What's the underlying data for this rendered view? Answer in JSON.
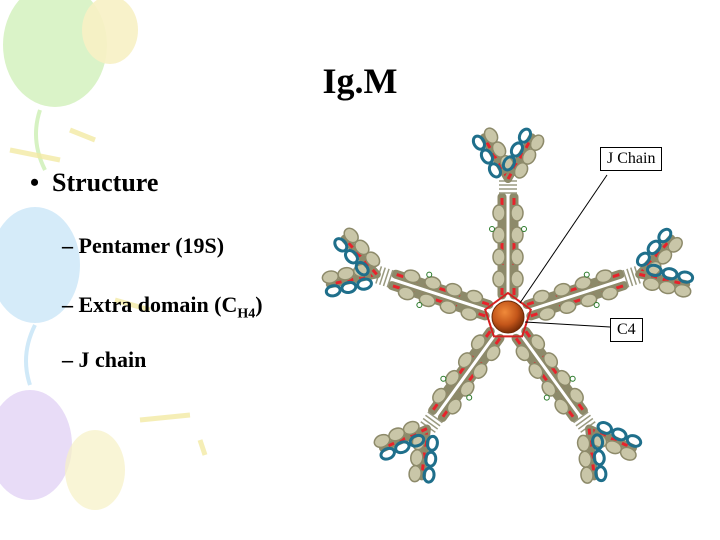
{
  "slide": {
    "title": "Ig.M",
    "bullet": "Structure",
    "subs": [
      {
        "dash": "–",
        "text": "Pentamer (19S)"
      },
      {
        "dash": "–",
        "text_before": "Extra domain (C",
        "subscript": "H4",
        "text_after": ")"
      },
      {
        "dash": "–",
        "text": "J chain"
      }
    ]
  },
  "diagram": {
    "callouts": {
      "j_chain": "J Chain",
      "c4": "C4"
    },
    "colors": {
      "domain_fill": "#c9c6a8",
      "domain_shadow": "#8d8a6a",
      "heavy_chain_dash": "#e8232b",
      "light_chain": "#1f6f8b",
      "core": "#b5480e",
      "pentagon": "#d42020",
      "balloon_green": "#c8ecb0",
      "balloon_blue": "#c6e3f6",
      "balloon_purple": "#dcc9f0",
      "balloon_yellow": "#f6eeb0"
    }
  }
}
